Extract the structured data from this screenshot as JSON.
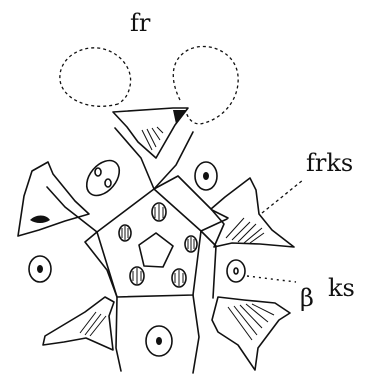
{
  "labels": {
    "fr": "fr",
    "frks": "frks",
    "beta": "β",
    "ks": "ks"
  }
}
